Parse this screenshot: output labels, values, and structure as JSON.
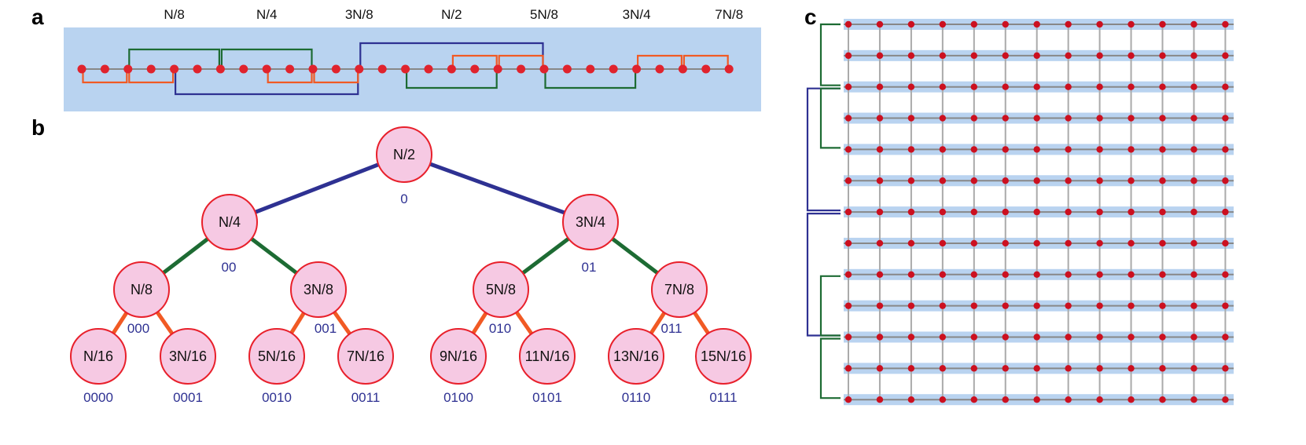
{
  "panels": {
    "a": "a",
    "b": "b",
    "c": "c"
  },
  "colors": {
    "background_band": "#b9d3f0",
    "row_band": "#b9d3f0",
    "dot": "#e0232d",
    "dot_dark": "#cc1020",
    "axis_line": "#888888",
    "grid_line": "#aaaaaa",
    "navy": "#2e3192",
    "green": "#1d6b33",
    "orange": "#f15a24",
    "node_fill": "#f6c9e3",
    "node_stroke": "#e8202b",
    "code_text": "#2e3192"
  },
  "panel_a": {
    "top_labels": [
      "N/8",
      "N/4",
      "3N/8",
      "N/2",
      "5N/8",
      "3N/4",
      "7N/8"
    ],
    "dot_count": 29
  },
  "panel_b": {
    "root": {
      "label": "N/2",
      "code": "0"
    },
    "level1": [
      {
        "label": "N/4",
        "code": "00"
      },
      {
        "label": "3N/4",
        "code": "01"
      }
    ],
    "level2": [
      {
        "label": "N/8",
        "code": "000"
      },
      {
        "label": "3N/8",
        "code": "001"
      },
      {
        "label": "5N/8",
        "code": "010"
      },
      {
        "label": "7N/8",
        "code": "011"
      }
    ],
    "level3": [
      {
        "label": "N/16",
        "code": "0000"
      },
      {
        "label": "3N/16",
        "code": "0001"
      },
      {
        "label": "5N/16",
        "code": "0010"
      },
      {
        "label": "7N/16",
        "code": "0011"
      },
      {
        "label": "9N/16",
        "code": "0100"
      },
      {
        "label": "11N/16",
        "code": "0101"
      },
      {
        "label": "13N/16",
        "code": "0110"
      },
      {
        "label": "15N/16",
        "code": "0111"
      }
    ]
  },
  "panel_c": {
    "rows": 13,
    "cols": 13
  }
}
